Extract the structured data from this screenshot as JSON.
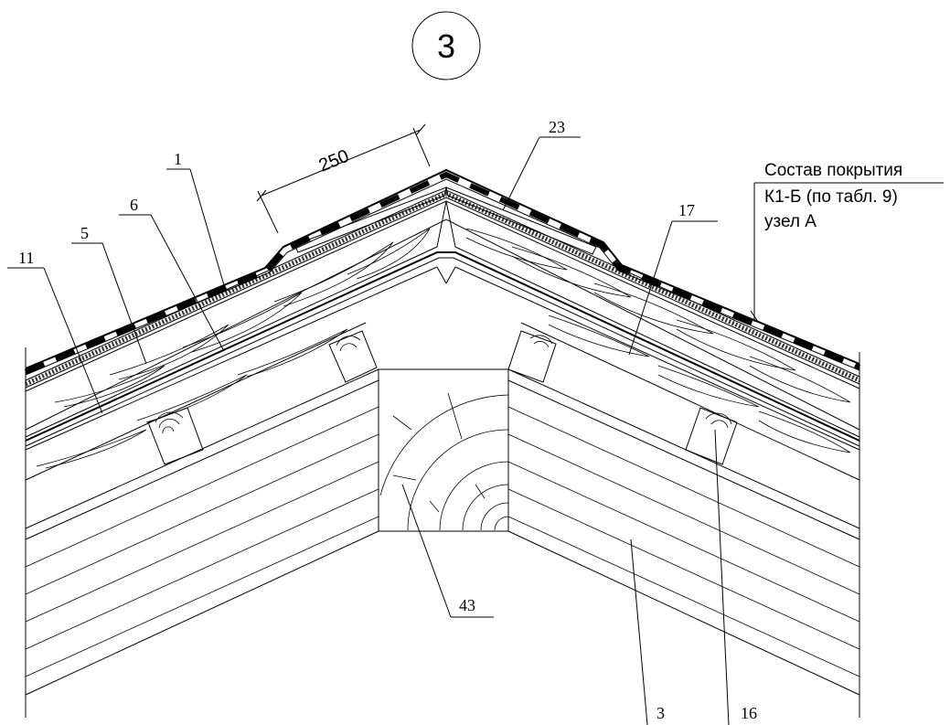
{
  "detail_number": "3",
  "dimension": {
    "value": "250"
  },
  "callouts": [
    "1",
    "5",
    "6",
    "11",
    "17",
    "23",
    "43",
    "3",
    "16"
  ],
  "note": {
    "line1": "Состав покрытия",
    "line2": "К1-Б (по табл. 9)",
    "line3": "узел А"
  }
}
